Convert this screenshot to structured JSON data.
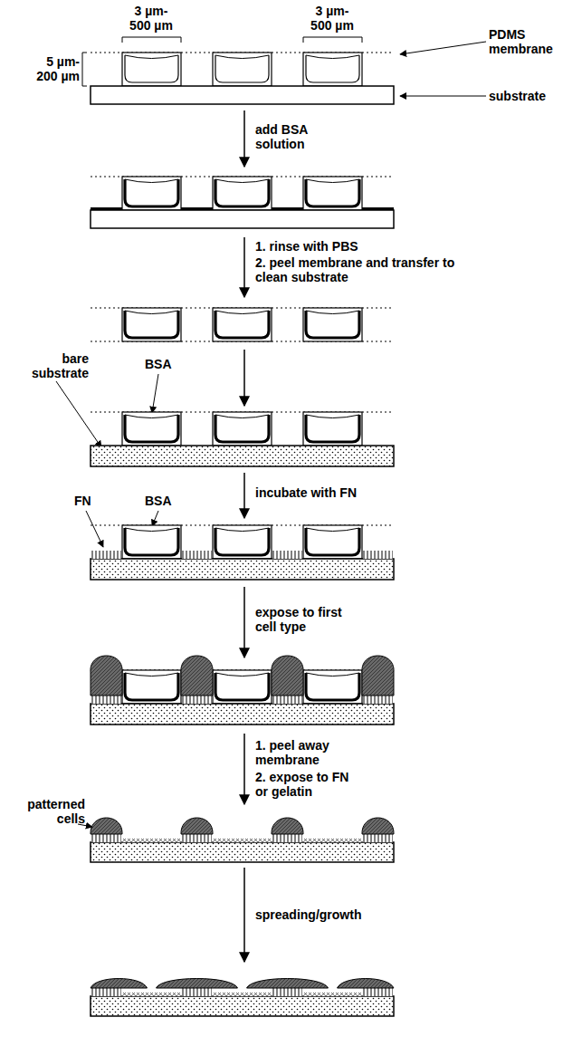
{
  "diagram": {
    "labels": [
      "3 µm- 500 µm",
      "3 µm- 500 µm",
      "5 µm- 200 µm",
      "PDMS membrane",
      "substrate",
      "add BSA solution",
      "1. rinse with PBS",
      "2. peel membrane and transfer to clean substrate",
      "bare substrate",
      "BSA",
      "FN",
      "BSA",
      "incubate with FN",
      "expose to first cell type",
      "1. peel away membrane",
      "2. expose to FN or gelatin",
      "patterned cells",
      "spreading/growth"
    ]
  }
}
